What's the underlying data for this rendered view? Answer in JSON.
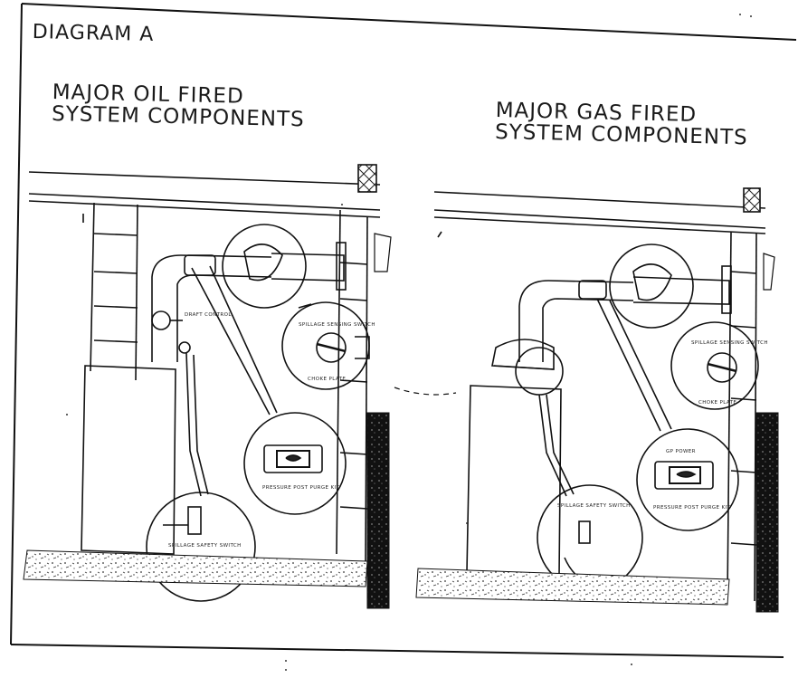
{
  "diagram_title": "DIAGRAM A",
  "panels": [
    {
      "title_line1": "MAJOR OIL FIRED",
      "title_line2": "SYSTEM COMPONENTS",
      "callouts": [
        "DRAFT CONTROL",
        "SPILLAGE SENSING SWITCH",
        "CHOKE PLATE",
        "PRESSURE POST PURGE KIT",
        "SPILLAGE SAFETY SWITCH"
      ]
    },
    {
      "title_line1": "MAJOR GAS FIRED",
      "title_line2": "SYSTEM COMPONENTS",
      "callouts": [
        "SPILLAGE SENSING SWITCH",
        "CHOKE PLATE",
        "GP POWER",
        "PRESSURE POST PURGE KIT",
        "SPILLAGE SAFETY SWITCH"
      ]
    }
  ]
}
